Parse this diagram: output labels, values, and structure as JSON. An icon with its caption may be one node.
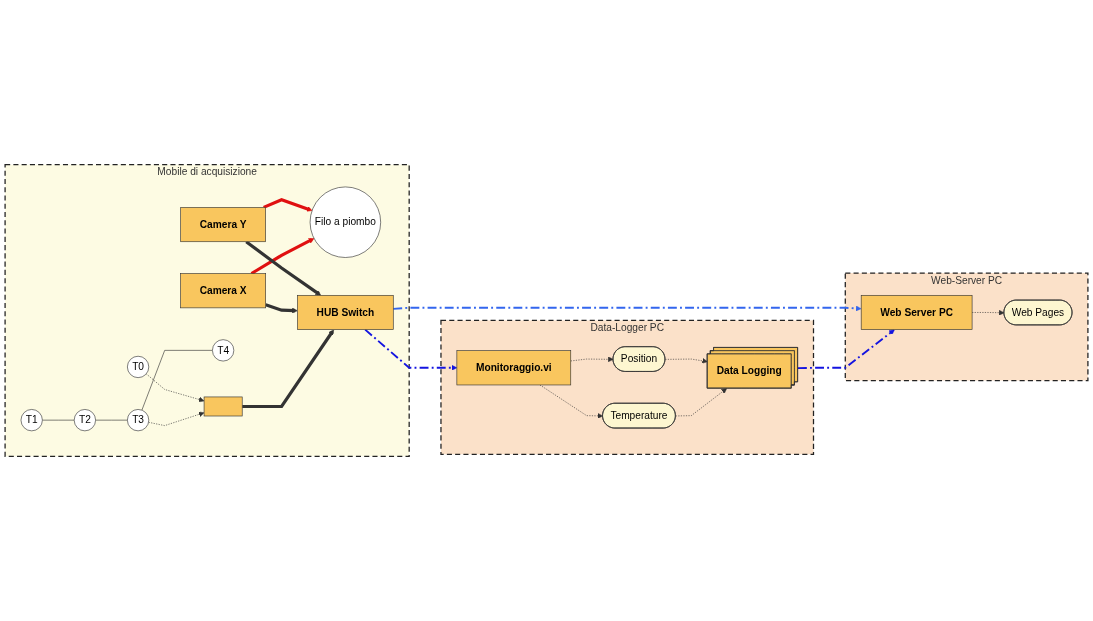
{
  "diagram": {
    "nodes": [
      {
        "text": [
          "Mobile di acquisizione"
        ]
      },
      {
        "text": [
          "Filo a piombo"
        ],
        "in": 0
      },
      {
        "text": [
          "Camera Y"
        ],
        "in": 0
      },
      {
        "text": [
          "T0"
        ],
        "in": 0
      },
      {
        "text": [
          "Camera X"
        ],
        "in": 0
      },
      {
        "text": [
          "HUB Switch"
        ],
        "in": 0
      },
      {
        "text": [
          "T1"
        ],
        "in": 0
      },
      {
        "text": [
          "T2"
        ],
        "in": 0
      },
      {
        "text": [
          "T3"
        ],
        "in": 0
      },
      {
        "text": [
          "T4"
        ],
        "in": 0
      },
      {
        "text": [],
        "shape": "box",
        "in": 0
      },
      {
        "text": [
          "Data-Logger PC"
        ]
      },
      {
        "text": [
          "Monitoraggio.vi"
        ],
        "in": 11
      },
      {
        "text": [
          "Position"
        ],
        "in": 11
      },
      {
        "text": [
          "Temperature"
        ],
        "in": 11
      },
      {
        "text": [
          "Data Logging"
        ],
        "in": 11
      },
      {
        "text": [
          "Web-Server PC"
        ]
      },
      {
        "text": [
          "Web Server PC"
        ],
        "in": 16
      },
      {
        "text": [
          "Web Pages"
        ],
        "in": 16
      }
    ],
    "edges": [
      {
        "from": 2,
        "to": 1,
        "arrow": "to",
        "style": "thick",
        "color": "#e01010"
      },
      {
        "from": 4,
        "to": 1,
        "arrow": "to",
        "style": "thick",
        "color": "#e01010"
      },
      {
        "from": 2,
        "to": 5,
        "arrow": "to",
        "style": "thick"
      },
      {
        "from": 4,
        "to": 5,
        "arrow": "to",
        "style": "thick"
      },
      {
        "from": 3,
        "to": 10,
        "arrow": "to",
        "style": "dashed"
      },
      {
        "from": 6,
        "to": 7,
        "arrow": "none"
      },
      {
        "from": 7,
        "to": 8,
        "arrow": "none"
      },
      {
        "from": 8,
        "to": 9,
        "arrow": "none"
      },
      {
        "from": 8,
        "to": 10,
        "arrow": "to",
        "style": "dashed"
      },
      {
        "from": 10,
        "to": 5,
        "arrow": "to",
        "style": "thick"
      },
      {
        "from": 5,
        "to": 12,
        "arrow": "to",
        "style": "dashed",
        "color": "#1414e0"
      },
      {
        "from": 5,
        "to": 17,
        "arrow": "to",
        "style": "dashed",
        "color": "#3366ee"
      },
      {
        "from": 12,
        "to": 13,
        "arrow": "to",
        "style": "dashed"
      },
      {
        "from": 12,
        "to": 14,
        "arrow": "to",
        "style": "dashed"
      },
      {
        "from": 13,
        "to": 15,
        "arrow": "to",
        "style": "dashed"
      },
      {
        "from": 14,
        "to": 15,
        "arrow": "to",
        "style": "dashed"
      },
      {
        "from": 15,
        "to": 17,
        "arrow": "to",
        "style": "dashed",
        "color": "#1414e0"
      },
      {
        "from": 17,
        "to": 18,
        "arrow": "to",
        "style": "dashed"
      }
    ]
  }
}
